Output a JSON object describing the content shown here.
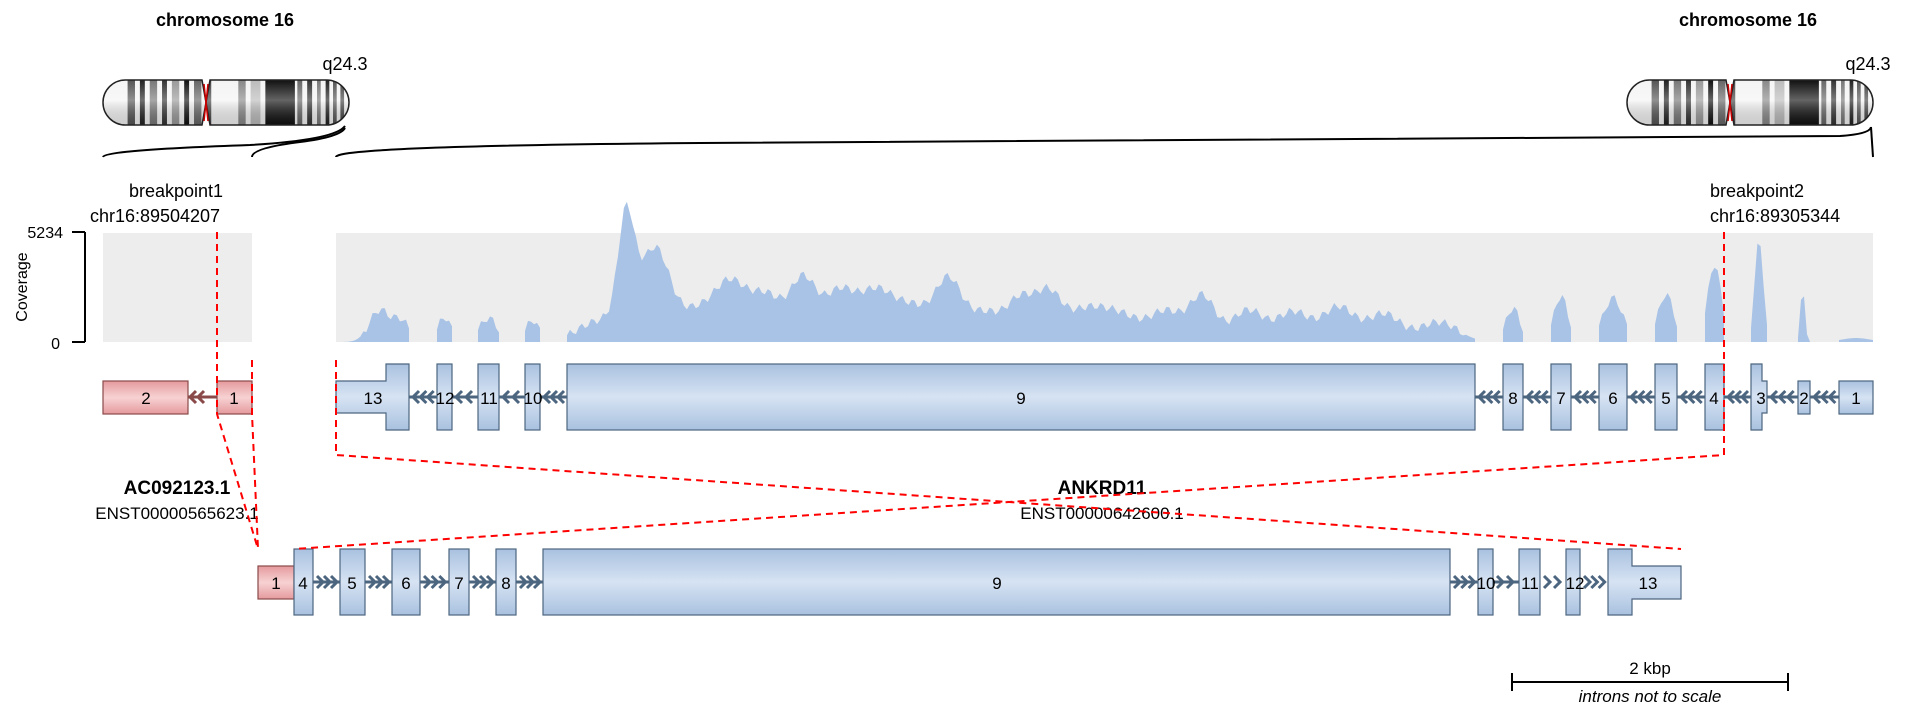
{
  "chromosomes": [
    {
      "name": "chromosome 16",
      "band": "q24.3"
    },
    {
      "name": "chromosome 16",
      "band": "q24.3"
    }
  ],
  "breakpoints": [
    {
      "label": "breakpoint1",
      "position": "chr16:89504207"
    },
    {
      "label": "breakpoint2",
      "position": "chr16:89305344"
    }
  ],
  "coverage": {
    "axis_label": "Coverage",
    "max": "5234",
    "min": "0"
  },
  "genes": [
    {
      "name": "AC092123.1",
      "transcript": "ENST00000565623.1",
      "color": "#e8a3a6"
    },
    {
      "name": "ANKRD11",
      "transcript": "ENST00000642600.1",
      "color": "#aac3e3"
    }
  ],
  "exons": {
    "gene1": [
      "2",
      "1"
    ],
    "gene2": [
      "13",
      "12",
      "11",
      "10",
      "9",
      "8",
      "7",
      "6",
      "5",
      "4",
      "3",
      "2",
      "1"
    ],
    "fusion": [
      "1",
      "4",
      "5",
      "6",
      "7",
      "8",
      "9",
      "10",
      "11",
      "12",
      "13"
    ]
  },
  "scale": {
    "label": "2 kbp",
    "note": "introns not to scale"
  },
  "colors": {
    "coverage_fill": "#a9c3e6",
    "coverage_bg": "#ededed",
    "breakpoint": "#ff0000",
    "gene1": "#e8a3a6",
    "gene2": "#aac3e3"
  }
}
